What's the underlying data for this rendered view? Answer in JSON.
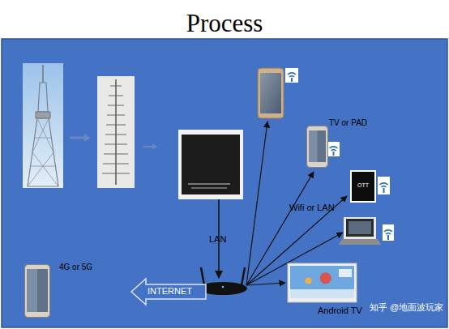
{
  "diagram": {
    "title": "Process",
    "nodes": [
      {
        "text": [
          "TV or PAD"
        ]
      },
      {
        "text": [
          "OTT"
        ]
      },
      {
        "text": [
          "4G or 5G"
        ]
      },
      {
        "text": [
          "INTERNET"
        ]
      },
      {
        "text": [
          "Android TV"
        ]
      }
    ],
    "labels": [
      "LAN",
      "Wifi or LAN",
      "知乎 @地面波玩家"
    ]
  }
}
